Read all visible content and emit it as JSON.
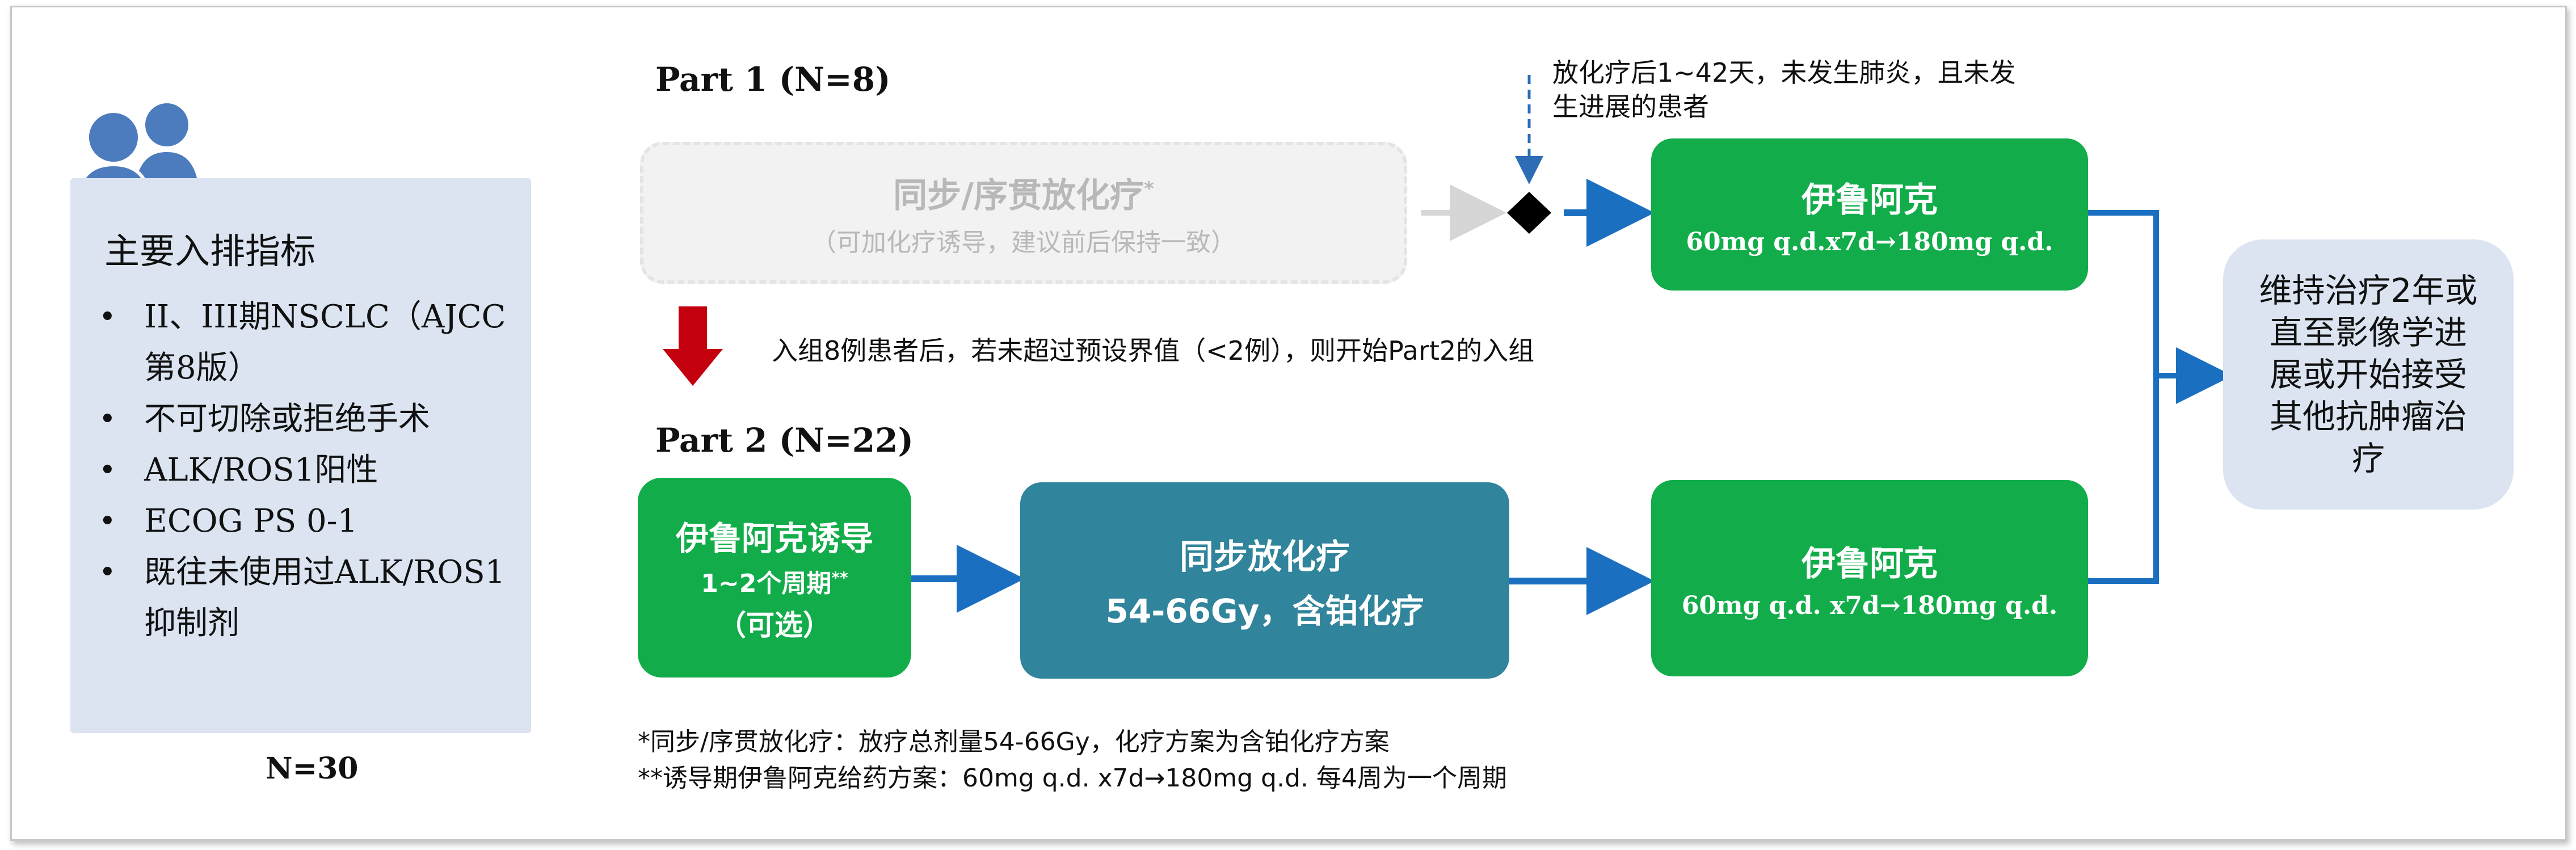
{
  "criteria": {
    "title": "主要入排指标",
    "items": [
      "II、III期NSCLC（AJCC第8版）",
      "不可切除或拒绝手术",
      "ALK/ROS1阳性",
      "ECOG PS 0-1",
      "既往未使用过ALK/ROS1抑制剂"
    ],
    "total": "N=30"
  },
  "part1": {
    "label": "Part 1 (N=8)",
    "ccrt_title": "同步/序贯放化疗",
    "ccrt_mark": "*",
    "ccrt_subtitle": "（可加化疗诱导，建议前后保持一致）",
    "condition_note": "放化疗后1~42天，未发生肺炎，且未发生进展的患者",
    "drug_title": "伊鲁阿克",
    "drug_dose": "60mg q.d.x7d→180mg q.d."
  },
  "transition_note": "入组8例患者后，若未超过预设界值（<2例），则开始Part2的入组",
  "part2": {
    "label": "Part 2 (N=22)",
    "induction_title": "伊鲁阿克诱导",
    "induction_cycles": "1~2个周期",
    "induction_mark": "**",
    "induction_optional": "（可选）",
    "ccrt_title": "同步放化疗",
    "ccrt_detail": "54-66Gy，含铂化疗",
    "drug_title": "伊鲁阿克",
    "drug_dose": "60mg q.d. x7d→180mg q.d."
  },
  "maintenance": "维持治疗2年或直至影像学进展或开始接受其他抗肿瘤治疗",
  "footnotes": [
    "*同步/序贯放化疗：放疗总剂量54-66Gy，化疗方案为含铂化疗方案",
    "**诱导期伊鲁阿克给药方案：60mg q.d. x7d→180mg q.d. 每4周为一个周期"
  ],
  "colors": {
    "green": "#12ad4a",
    "teal": "#30849b",
    "arrow_blue": "#1a6fc0",
    "panel_blue": "#dbe4f0",
    "red_arrow": "#c4000e"
  },
  "icons": [
    "people-icon"
  ]
}
